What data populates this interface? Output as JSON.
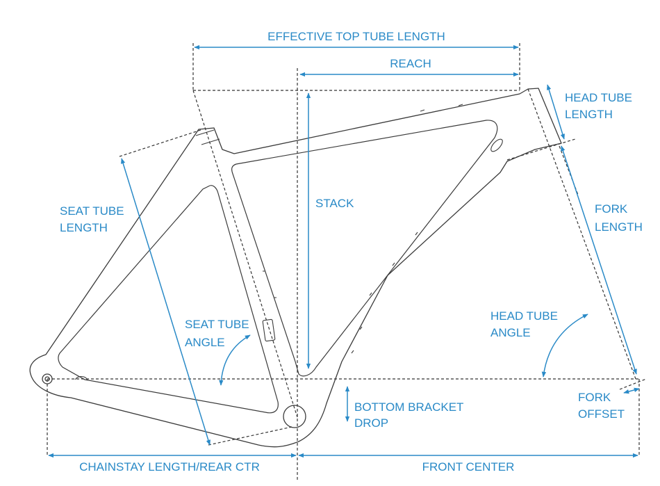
{
  "labels": {
    "effective_top_tube_length": "EFFECTIVE TOP TUBE LENGTH",
    "reach": "REACH",
    "head_tube_length_1": "HEAD TUBE",
    "head_tube_length_2": "LENGTH",
    "stack": "STACK",
    "seat_tube_length_1": "SEAT TUBE",
    "seat_tube_length_2": "LENGTH",
    "fork_length_1": "FORK",
    "fork_length_2": "LENGTH",
    "seat_tube_angle_1": "SEAT TUBE",
    "seat_tube_angle_2": "ANGLE",
    "head_tube_angle_1": "HEAD TUBE",
    "head_tube_angle_2": "ANGLE",
    "bottom_bracket_drop_1": "BOTTOM BRACKET",
    "bottom_bracket_drop_2": "DROP",
    "fork_offset_1": "FORK",
    "fork_offset_2": "OFFSET",
    "chainstay_length": "CHAINSTAY LENGTH/REAR CTR",
    "front_center": "FRONT CENTER"
  },
  "colors": {
    "dimension": "#2a8ac7",
    "frame": "#3a3a3a",
    "background": "#ffffff"
  }
}
